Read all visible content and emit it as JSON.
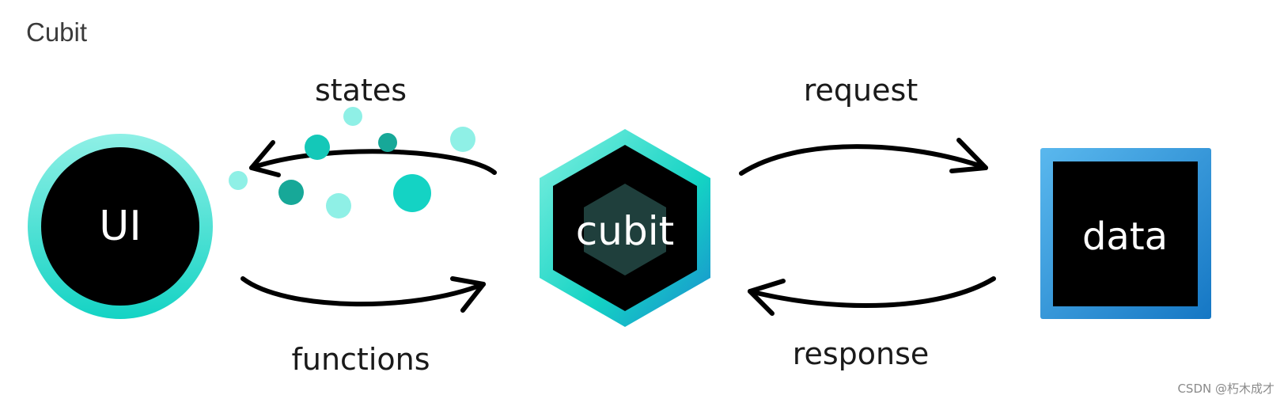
{
  "title": "Cubit",
  "nodes": {
    "ui": "UI",
    "cubit": "cubit",
    "data": "data"
  },
  "edges": {
    "states": "states",
    "functions": "functions",
    "request": "request",
    "response": "response"
  },
  "watermark": "CSDN @朽木成才",
  "colors": {
    "teal": "#14d3c4",
    "teal_light": "#8ff0e6",
    "blue": "#1e8fd6",
    "node_fill": "#000000",
    "arrow": "#000000"
  }
}
